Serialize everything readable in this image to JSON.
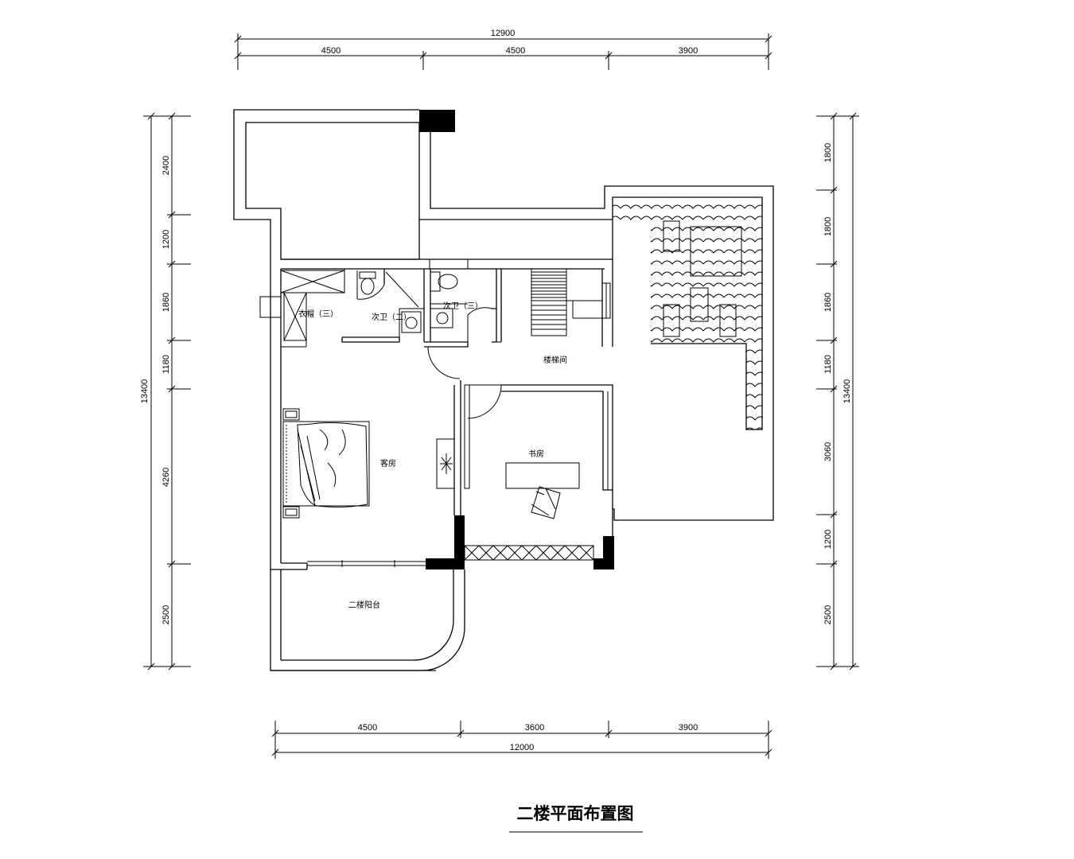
{
  "title": "二楼平面布置图",
  "dimensions": {
    "top_total": "12900",
    "top_segments": [
      "4500",
      "4500",
      "3900"
    ],
    "bottom_total": "12000",
    "bottom_segments": [
      "4500",
      "3600",
      "3900"
    ],
    "left_total": "13400",
    "left_segments": [
      "2400",
      "1200",
      "1860",
      "1180",
      "4260",
      "2500"
    ],
    "right_total": "13400",
    "right_segments": [
      "1800",
      "1800",
      "1860",
      "1180",
      "3060",
      "1200",
      "2500"
    ]
  },
  "rooms": {
    "cloakroom": "衣帽（三）",
    "bath_2": "次卫（二）",
    "bath_3": "次卫（三）",
    "stairwell": "楼梯间",
    "guest_room": "客房",
    "study": "书房",
    "balcony": "二楼阳台"
  }
}
